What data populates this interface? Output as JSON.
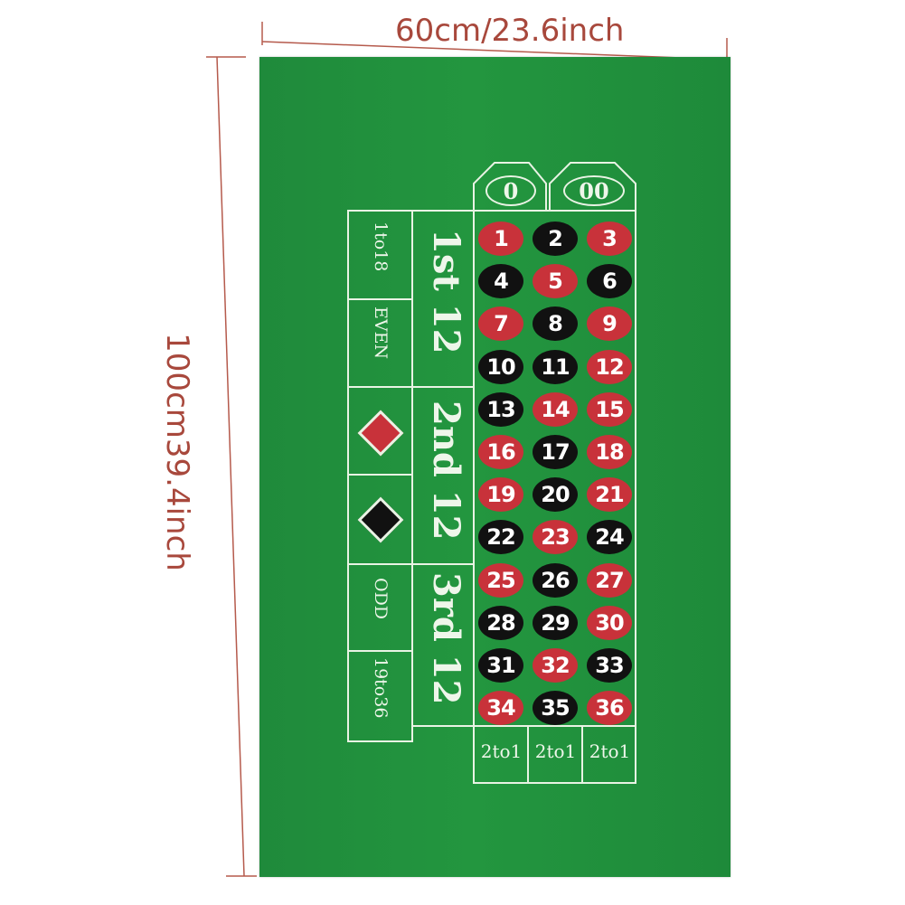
{
  "dimensions": {
    "width_label": "60cm/23.6inch",
    "height_label": "100cm39.4inch",
    "color": "#a8483c"
  },
  "mat": {
    "felt_color": "#1f8a3b",
    "red_color": "#c8323a",
    "black_color": "#111111",
    "zero": "0",
    "double_zero": "00",
    "numbers": [
      {
        "n": "1",
        "c": "red"
      },
      {
        "n": "2",
        "c": "black"
      },
      {
        "n": "3",
        "c": "red"
      },
      {
        "n": "4",
        "c": "black"
      },
      {
        "n": "5",
        "c": "red"
      },
      {
        "n": "6",
        "c": "black"
      },
      {
        "n": "7",
        "c": "red"
      },
      {
        "n": "8",
        "c": "black"
      },
      {
        "n": "9",
        "c": "red"
      },
      {
        "n": "10",
        "c": "black"
      },
      {
        "n": "11",
        "c": "black"
      },
      {
        "n": "12",
        "c": "red"
      },
      {
        "n": "13",
        "c": "black"
      },
      {
        "n": "14",
        "c": "red"
      },
      {
        "n": "15",
        "c": "red"
      },
      {
        "n": "16",
        "c": "red"
      },
      {
        "n": "17",
        "c": "black"
      },
      {
        "n": "18",
        "c": "red"
      },
      {
        "n": "19",
        "c": "red"
      },
      {
        "n": "20",
        "c": "black"
      },
      {
        "n": "21",
        "c": "red"
      },
      {
        "n": "22",
        "c": "black"
      },
      {
        "n": "23",
        "c": "red"
      },
      {
        "n": "24",
        "c": "black"
      },
      {
        "n": "25",
        "c": "red"
      },
      {
        "n": "26",
        "c": "black"
      },
      {
        "n": "27",
        "c": "red"
      },
      {
        "n": "28",
        "c": "black"
      },
      {
        "n": "29",
        "c": "black"
      },
      {
        "n": "30",
        "c": "red"
      },
      {
        "n": "31",
        "c": "black"
      },
      {
        "n": "32",
        "c": "red"
      },
      {
        "n": "33",
        "c": "black"
      },
      {
        "n": "34",
        "c": "red"
      },
      {
        "n": "35",
        "c": "black"
      },
      {
        "n": "36",
        "c": "red"
      }
    ],
    "dozens": [
      "1st 12",
      "2nd 12",
      "3rd 12"
    ],
    "columns": [
      "2to1",
      "2to1",
      "2to1"
    ],
    "outside": {
      "low": "1to18",
      "even": "EVEN",
      "odd": "ODD",
      "high": "19to36",
      "red_diamond": "red-diamond-icon",
      "black_diamond": "black-diamond-icon"
    }
  }
}
